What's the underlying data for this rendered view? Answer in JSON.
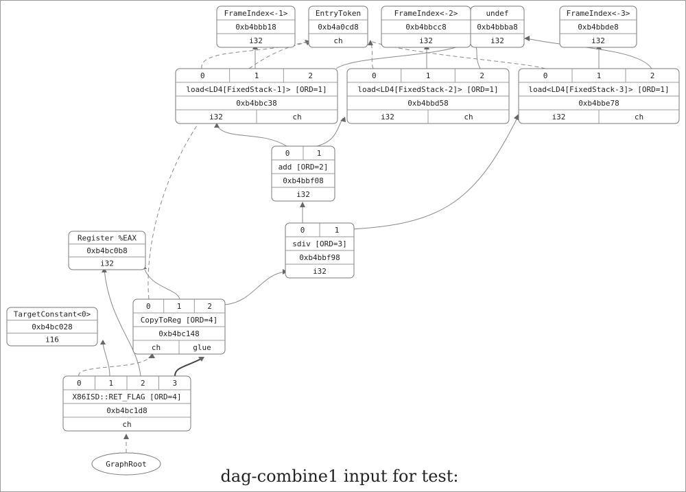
{
  "caption": "dag-combine1 input for test:",
  "nodes": {
    "fi1": {
      "title": "FrameIndex<-1>",
      "addr": "0xb4bbb18",
      "out": [
        "i32"
      ]
    },
    "entry": {
      "title": "EntryToken",
      "addr": "0xb4a0cd8",
      "out": [
        "ch"
      ]
    },
    "fi2": {
      "title": "FrameIndex<-2>",
      "addr": "0xb4bbcc8",
      "out": [
        "i32"
      ]
    },
    "undef": {
      "title": "undef",
      "addr": "0xb4bbba8",
      "out": [
        "i32"
      ]
    },
    "fi3": {
      "title": "FrameIndex<-3>",
      "addr": "0xb4bbde8",
      "out": [
        "i32"
      ]
    },
    "load1": {
      "in": [
        "0",
        "1",
        "2"
      ],
      "title": "load<LD4[FixedStack-1]> [ORD=1]",
      "addr": "0xb4bbc38",
      "out": [
        "i32",
        "ch"
      ]
    },
    "load2": {
      "in": [
        "0",
        "1",
        "2"
      ],
      "title": "load<LD4[FixedStack-2]> [ORD=1]",
      "addr": "0xb4bbd58",
      "out": [
        "i32",
        "ch"
      ]
    },
    "load3": {
      "in": [
        "0",
        "1",
        "2"
      ],
      "title": "load<LD4[FixedStack-3]> [ORD=1]",
      "addr": "0xb4bbe78",
      "out": [
        "i32",
        "ch"
      ]
    },
    "add": {
      "in": [
        "0",
        "1"
      ],
      "title": "add [ORD=2]",
      "addr": "0xb4bbf08",
      "out": [
        "i32"
      ]
    },
    "sdiv": {
      "in": [
        "0",
        "1"
      ],
      "title": "sdiv [ORD=3]",
      "addr": "0xb4bbf98",
      "out": [
        "i32"
      ]
    },
    "reg": {
      "title": "Register %EAX",
      "addr": "0xb4bc0b8",
      "out": [
        "i32"
      ]
    },
    "copy": {
      "in": [
        "0",
        "1",
        "2"
      ],
      "title": "CopyToReg [ORD=4]",
      "addr": "0xb4bc148",
      "out": [
        "ch",
        "glue"
      ]
    },
    "tconst": {
      "title": "TargetConstant<0>",
      "addr": "0xb4bc028",
      "out": [
        "i16"
      ]
    },
    "ret": {
      "in": [
        "0",
        "1",
        "2",
        "3"
      ],
      "title": "X86ISD::RET_FLAG [ORD=4]",
      "addr": "0xb4bc1d8",
      "out": [
        "ch"
      ]
    },
    "root": {
      "title": "GraphRoot"
    }
  }
}
